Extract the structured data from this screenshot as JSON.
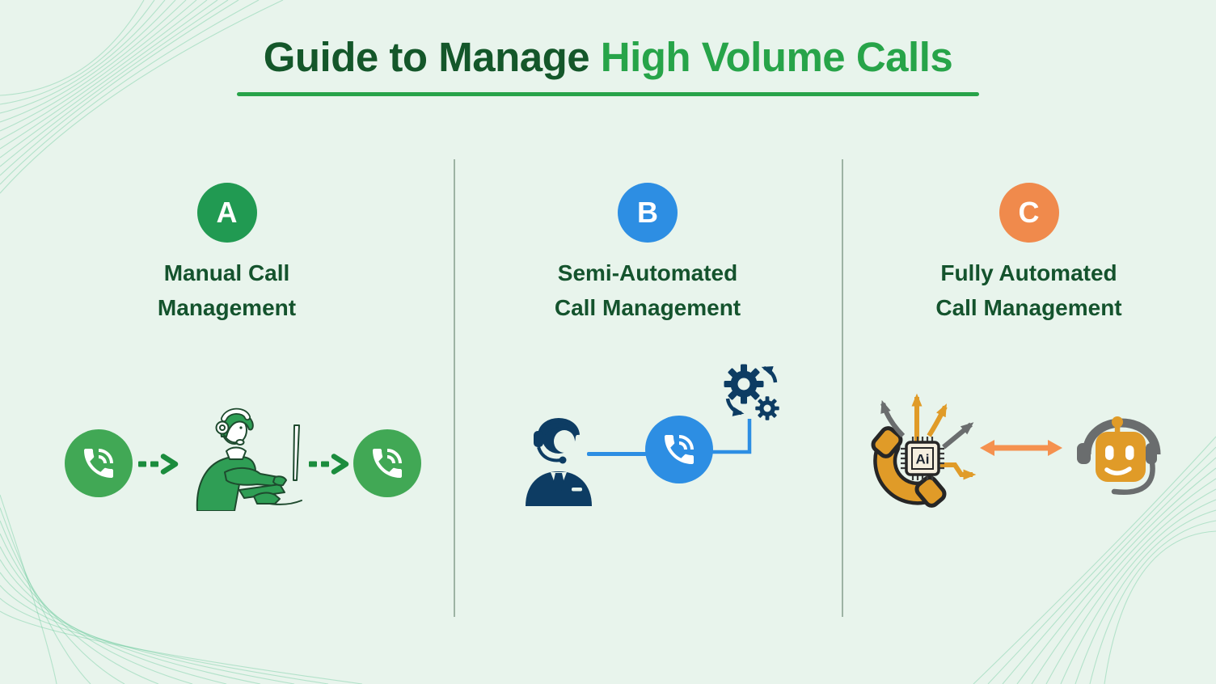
{
  "title": {
    "prefix": "Guide to Manage",
    "highlight": "High Volume Calls"
  },
  "colors": {
    "background": "#E8F4EC",
    "title_prefix_green": "#14572A",
    "title_highlight_green": "#27A449",
    "underline_green": "#27A349",
    "label_text_green": "#14532D",
    "badge_a_green": "#219A52",
    "badge_b_blue": "#2D8EE3",
    "badge_c_orange": "#F08A4C",
    "call_circle_green": "#41A855",
    "dashed_arrow_green": "#1B8C3D",
    "navy_icon": "#0D3C63",
    "connector_blue": "#2D8EE3",
    "orange_icon": "#E09B28",
    "double_arrow_orange": "#F5914F",
    "gray_icon": "#6A6D6E",
    "divider_gray_green": "#9DB3A4",
    "decorative_line_green": "#5BC493"
  },
  "columns": [
    {
      "badge_letter": "A",
      "label": "Manual Call Management",
      "icons": [
        "incoming-call-icon",
        "dashed-arrow-icon",
        "support-agent-desk-icon",
        "dashed-arrow-icon",
        "outgoing-call-icon"
      ]
    },
    {
      "badge_letter": "B",
      "label": "Semi-Automated Call Management",
      "icons": [
        "call-agent-silhouette-icon",
        "connector-line",
        "call-circle-icon",
        "connector-elbow-line",
        "automation-gears-icon"
      ]
    },
    {
      "badge_letter": "C",
      "label": "Fully Automated Call Management",
      "icons": [
        "ai-call-routing-icon",
        "bidirectional-arrow-icon",
        "ai-bot-headset-icon"
      ],
      "chip_text": "Ai"
    }
  ]
}
